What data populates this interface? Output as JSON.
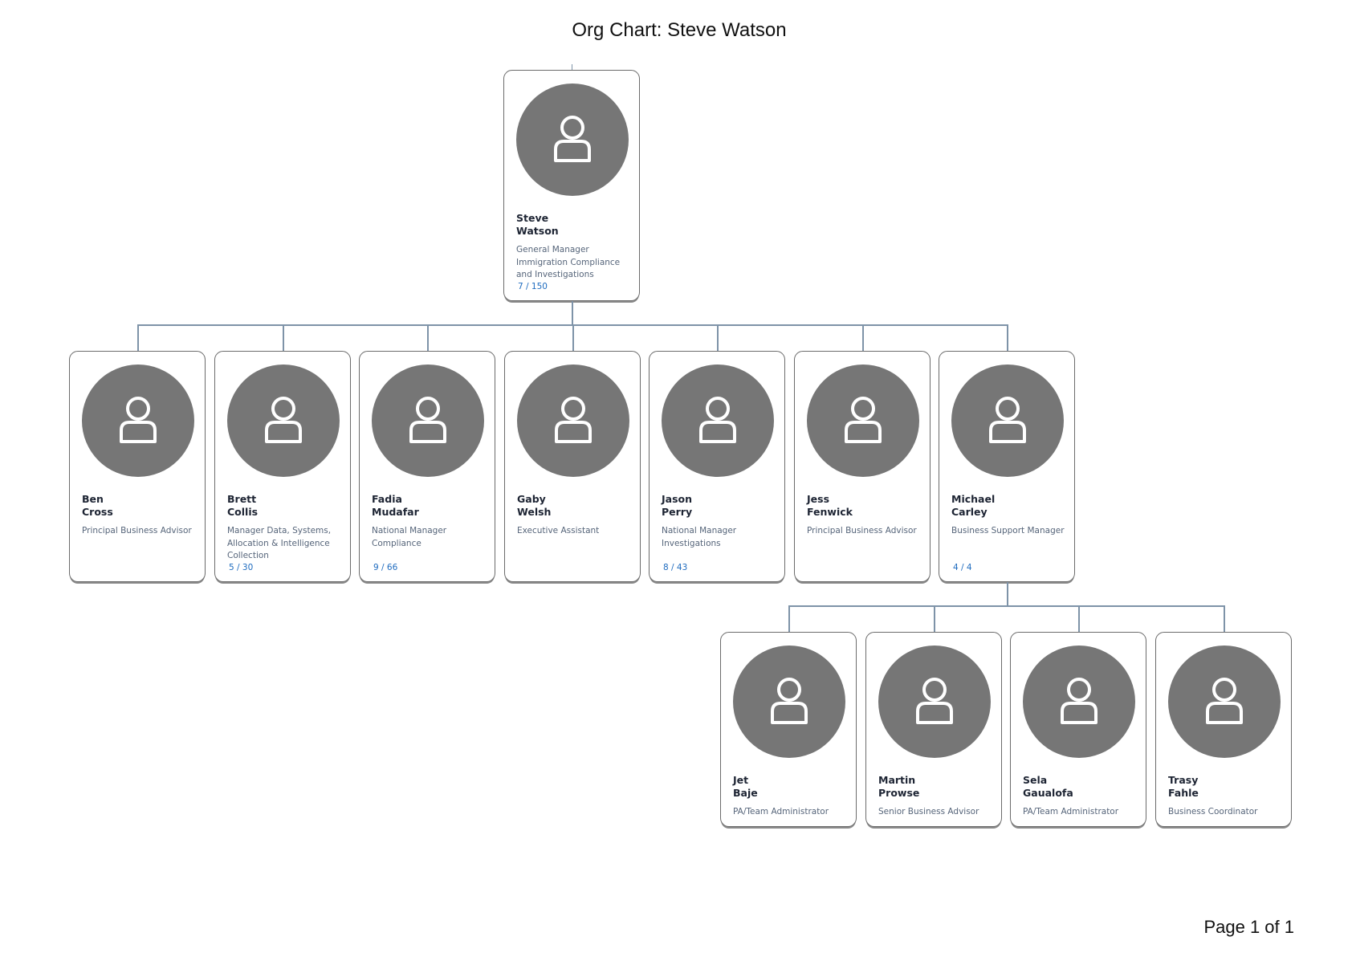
{
  "title": "Org Chart: Steve Watson",
  "footer": "Page 1 of 1",
  "colors": {
    "avatar": "#767676",
    "name": "#1d2433",
    "role": "#56657a",
    "count": "#1e6bbf",
    "connector": "#7e93a8"
  },
  "root": {
    "name": "Steve\nWatson",
    "role": "General Manager Immigration Compliance and Investigations",
    "count": "7 / 150",
    "icon": "person-icon"
  },
  "reports": [
    {
      "name": "Ben\nCross",
      "role": "Principal Business Advisor",
      "count": ""
    },
    {
      "name": "Brett\nCollis",
      "role": "Manager Data, Systems, Allocation & Intelligence Collection",
      "count": "5 / 30"
    },
    {
      "name": "Fadia\nMudafar",
      "role": "National Manager Compliance",
      "count": "9 / 66"
    },
    {
      "name": "Gaby\nWelsh",
      "role": "Executive Assistant",
      "count": ""
    },
    {
      "name": "Jason\nPerry",
      "role": "National Manager Investigations",
      "count": "8 / 43"
    },
    {
      "name": "Jess\nFenwick",
      "role": "Principal Business Advisor",
      "count": ""
    },
    {
      "name": "Michael\nCarley",
      "role": "Business Support Manager",
      "count": "4 / 4"
    }
  ],
  "sub_reports": [
    {
      "name": "Jet\nBaje",
      "role": "PA/Team Administrator",
      "count": ""
    },
    {
      "name": "Martin\nProwse",
      "role": "Senior Business Advisor",
      "count": ""
    },
    {
      "name": "Sela\nGaualofa",
      "role": "PA/Team Administrator",
      "count": ""
    },
    {
      "name": "Trasy\nFahle",
      "role": "Business Coordinator",
      "count": ""
    }
  ]
}
